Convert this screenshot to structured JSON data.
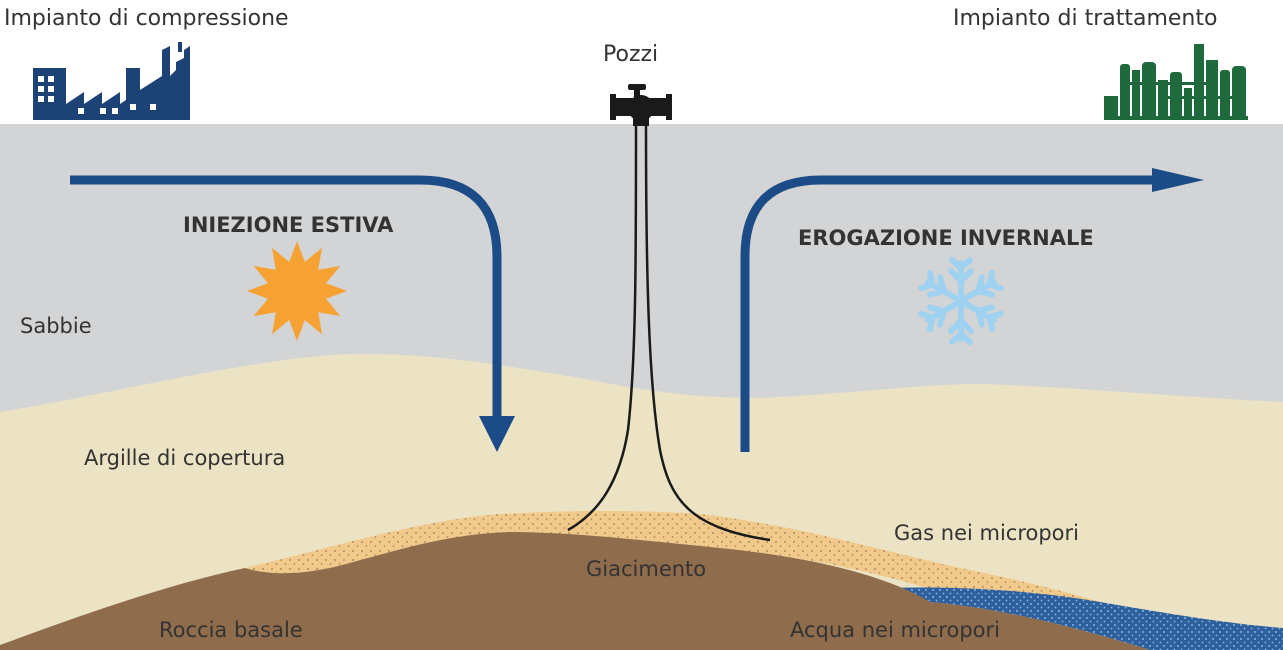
{
  "labels": {
    "compression_plant": "Impianto di compressione",
    "treatment_plant": "Impianto di trattamento",
    "wells": "Pozzi",
    "summer_injection": "INIEZIONE ESTIVA",
    "winter_withdrawal": "EROGAZIONE INVERNALE",
    "sands": "Sabbie",
    "cover_clays": "Argille di copertura",
    "gas_micropores": "Gas nei micropori",
    "reservoir": "Giacimento",
    "bedrock": "Roccia basale",
    "water_micropores": "Acqua nei micropori"
  },
  "icons": {
    "compression_plant": "factory-icon",
    "treatment_plant": "refinery-icon",
    "wells": "wellhead-valve-icon",
    "summer": "sun-icon",
    "winter": "snowflake-icon"
  },
  "colors": {
    "sky": "#ffffff",
    "sands": "#d3d4d6",
    "clay": "#ebe3c4",
    "gas_sand": "#f1c98a",
    "bedrock": "#8f6c4b",
    "water": "#2f5f9c",
    "arrow": "#1b4c87",
    "sun": "#f5a233",
    "snowflake": "#9fd2f0",
    "factory": "#1d4276",
    "refinery": "#1f6a3c",
    "well": "#1a1a1a"
  }
}
